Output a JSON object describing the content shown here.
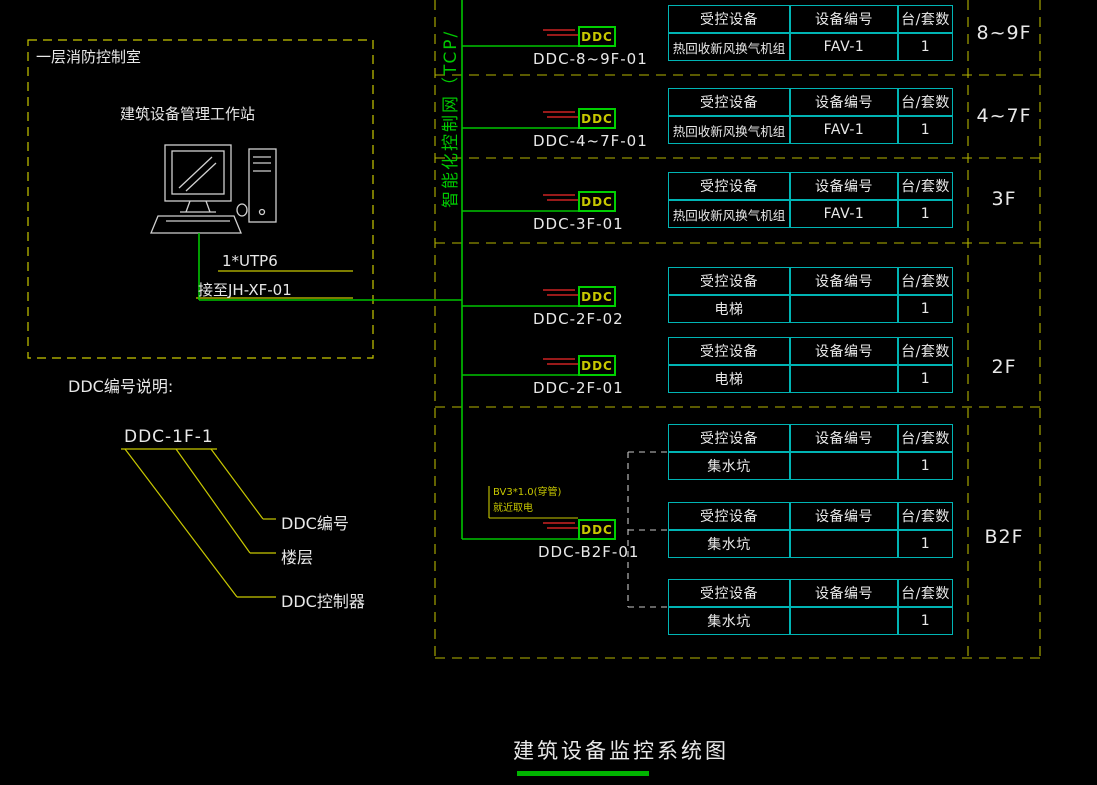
{
  "title": "建筑设备监控系统图",
  "colors": {
    "background": "#000000",
    "line_yellow": "#c8c800",
    "line_green": "#00c400",
    "table_cyan": "#00b4b4",
    "mark_red": "#cc2222",
    "text_white": "#e8e8e8"
  },
  "control_room": {
    "room_label": "一层消防控制室",
    "workstation_label": "建筑设备管理工作站",
    "cable_label": "1*UTP6",
    "connect_label": "接至JH-XF-01"
  },
  "network_label": "智能化控制网（TCP/",
  "legend": {
    "title": "DDC编号说明:",
    "example": "DDC-1F-1",
    "item_number": "DDC编号",
    "item_floor": "楼层",
    "item_controller": "DDC控制器"
  },
  "power_note": {
    "line1": "BV3*1.0(穿管)",
    "line2": "就近取电"
  },
  "headers": {
    "device": "受控设备",
    "code": "设备编号",
    "qty": "台/套数"
  },
  "ddc_boxes": [
    {
      "label": "DDC",
      "name": "DDC-8~9F-01"
    },
    {
      "label": "DDC",
      "name": "DDC-4~7F-01"
    },
    {
      "label": "DDC",
      "name": "DDC-3F-01"
    },
    {
      "label": "DDC",
      "name": "DDC-2F-02"
    },
    {
      "label": "DDC",
      "name": "DDC-2F-01"
    },
    {
      "label": "DDC",
      "name": "DDC-B2F-01"
    }
  ],
  "tables": [
    {
      "device": "热回收新风换气机组",
      "code": "FAV-1",
      "qty": "1"
    },
    {
      "device": "热回收新风换气机组",
      "code": "FAV-1",
      "qty": "1"
    },
    {
      "device": "热回收新风换气机组",
      "code": "FAV-1",
      "qty": "1"
    },
    {
      "device": "电梯",
      "code": "",
      "qty": "1"
    },
    {
      "device": "电梯",
      "code": "",
      "qty": "1"
    },
    {
      "device": "集水坑",
      "code": "",
      "qty": "1"
    },
    {
      "device": "集水坑",
      "code": "",
      "qty": "1"
    },
    {
      "device": "集水坑",
      "code": "",
      "qty": "1"
    }
  ],
  "floors": [
    "8~9F",
    "4~7F",
    "3F",
    "2F",
    "B2F"
  ]
}
